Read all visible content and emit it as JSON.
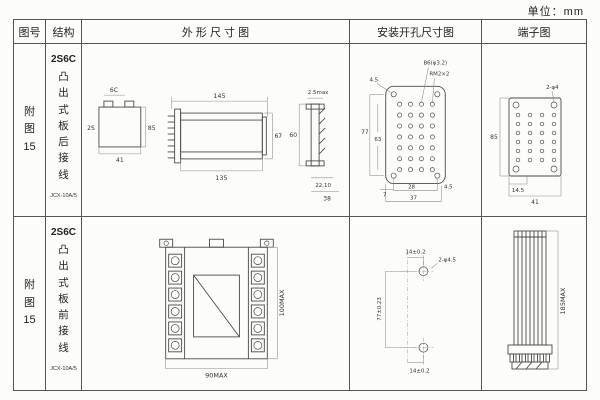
{
  "unit_label": "单位：mm",
  "headers": {
    "fig_no": "图号",
    "structure": "结构",
    "outline": "外 形 尺 寸 图",
    "install": "安装开孔尺寸图",
    "terminal": "端子图"
  },
  "row1": {
    "fig_no": "附图15",
    "model": "2S6C",
    "desc": "凸出式板后接线",
    "code": "JCX-10A/5",
    "outline": {
      "top_w": "6C",
      "side_l": "2S",
      "h85": "85",
      "w41": "41",
      "l145": "145",
      "l135": "135",
      "h67": "67",
      "t25": "2.5max",
      "h60": "60",
      "d2210": "22,10",
      "d38": "38"
    },
    "install": {
      "hole45": "4.5",
      "b6": "B6(φ3.2)",
      "rm": "RM2×2",
      "v77": "77",
      "v63": "63",
      "b7": "7",
      "b28": "28",
      "b45": "4.5",
      "b37": "37"
    },
    "terminal": {
      "hole": "2-φ4",
      "h85": "85",
      "w145": "14.5",
      "w41": "41"
    }
  },
  "row2": {
    "fig_no": "附图15",
    "model": "2S6C",
    "desc": "凸出式板前接线",
    "code": "JCX-10A/5",
    "outline": {
      "hmax": "100MAX",
      "wmax": "90MAX"
    },
    "install": {
      "t14": "14±0.2",
      "hole": "2-φ4.5",
      "v77": "77±0.23",
      "b14": "14±0.2"
    },
    "terminal": {
      "hmax": "185MAX"
    }
  }
}
